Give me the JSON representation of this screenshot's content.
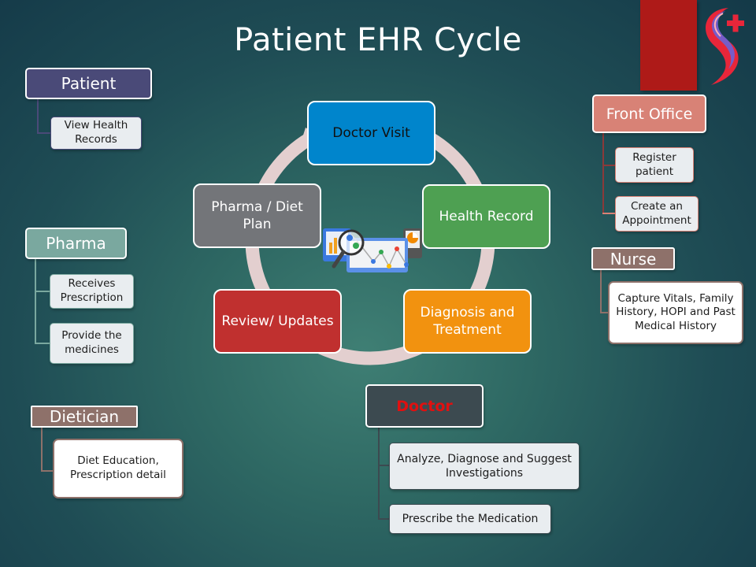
{
  "title": "Patient EHR Cycle",
  "colors": {
    "background": "#1f4d55",
    "brand_red": "#ae1a18",
    "patient": "#4a4a78",
    "pharma": "#7aa89f",
    "front_office": "#d88276",
    "nurse": "#8e716a",
    "dietician": "#8e716a",
    "doctor_head": "#3c4a50",
    "doctor_label": "#e01010",
    "cycle_ring": "#e3cfcf",
    "doctor_visit": "#0085cc",
    "health_record": "#4ea052",
    "diagnosis": "#f2920f",
    "review": "#c0302f",
    "pharma_diet": "#737579"
  },
  "cycle": {
    "center_icon": "analytics-dashboard-icon",
    "steps": [
      {
        "label": "Doctor Visit"
      },
      {
        "label": "Health Record"
      },
      {
        "label": "Diagnosis and Treatment"
      },
      {
        "label": "Review/ Updates"
      },
      {
        "label": "Pharma / Diet Plan"
      }
    ]
  },
  "roles": {
    "patient": {
      "label": "Patient",
      "tasks": [
        "View Health Records"
      ]
    },
    "pharma": {
      "label": "Pharma",
      "tasks": [
        "Receives Prescription",
        "Provide the medicines"
      ]
    },
    "dietician": {
      "label": "Dietician",
      "tasks": [
        "Diet Education, Prescription detail"
      ]
    },
    "front_office": {
      "label": "Front Office",
      "tasks": [
        "Register patient",
        "Create an Appointment"
      ]
    },
    "nurse": {
      "label": "Nurse",
      "tasks": [
        "Capture Vitals, Family History, HOPI and Past Medical History"
      ]
    },
    "doctor": {
      "label": "Doctor",
      "tasks": [
        "Analyze, Diagnose and Suggest Investigations",
        "Prescribe the Medication"
      ]
    }
  }
}
